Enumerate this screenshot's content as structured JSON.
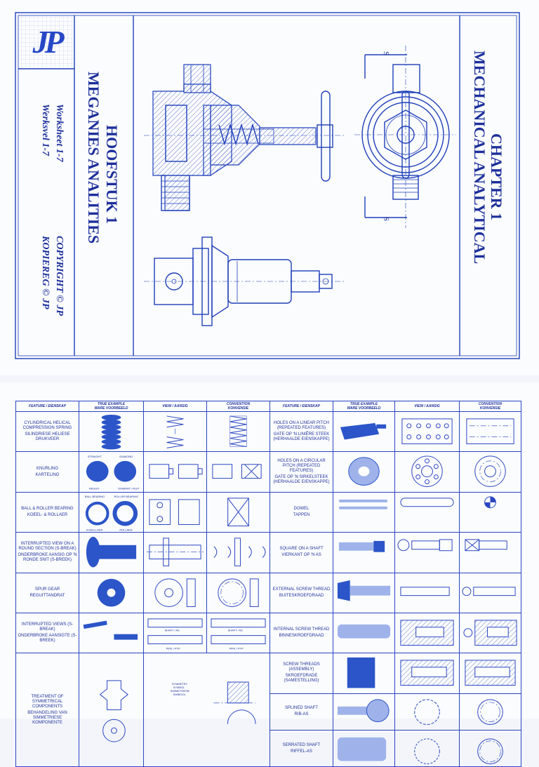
{
  "cover": {
    "logo_text": "JP",
    "chapter_en": "CHAPTER 1",
    "title_en": "MECHANICAL ANALYTICAL",
    "chapter_af": "HOOFSTUK 1",
    "title_af": "MEGANIES ANALITIES",
    "worksheet_en": "Worksheet 1-7",
    "worksheet_af": "Werksvel 1-7",
    "copyright_en": "COPYRIGHT © JP",
    "copyright_af": "KOPIEREG © JP",
    "section_marks": [
      "S",
      "S"
    ],
    "colors": {
      "ink": "#1f3fb8",
      "paper": "#fbfcfe"
    }
  },
  "table": {
    "headers": [
      {
        "en": "FEATURE / EIENSKAP",
        "af": ""
      },
      {
        "en": "TRUE EXAMPLE",
        "af": "WARE VOORBEELD"
      },
      {
        "en": "VIEW / AANSIG",
        "af": ""
      },
      {
        "en": "CONVENTION",
        "af": "KONVENSIE"
      },
      {
        "en": "FEATURE / EIENSKAP",
        "af": ""
      },
      {
        "en": "TRUE EXAMPLE",
        "af": "WARE VOORBEELD"
      },
      {
        "en": "VIEW / AANSIG",
        "af": ""
      },
      {
        "en": "CONVENTION",
        "af": "KONVENSIE"
      }
    ],
    "left_rows": [
      {
        "en": "CYLINDRICAL HELICAL COMPRESSION SPRING",
        "af": "SILINDRIESE HELIESE DRUKVEER"
      },
      {
        "en": "KNURLING",
        "af": "KARTELING"
      },
      {
        "en": "BALL & ROLLER BEARING",
        "af": "KOEEL- & ROLLAER"
      },
      {
        "en": "INTERRUPTED VIEW ON A ROUND SECTION (S-BREAK)",
        "af": "ONDERBROKE AANSIG OP 'N RONDE SNIT (S-BREEK)"
      },
      {
        "en": "SPUR GEAR",
        "af": "REGUITTANDRAT"
      },
      {
        "en": "INTERRUPTED VIEWS (S-BREAK)",
        "af": "ONDERBROKE AANSIGTE (S-BREEK)"
      },
      {
        "en": "TREATMENT OF SYMMETRICAL COMPONENTS",
        "af": "BEHANDELING VAN SIMMETRIESE KOMPONENTE"
      }
    ],
    "right_rows": [
      {
        "en": "HOLES ON A LINEAR PITCH (REPEATED FEATURES)",
        "af": "GATE OP 'N LINIÊRE STEEK (HERHAALDE EIENSKAPPE)"
      },
      {
        "en": "HOLES ON A CIRCULAR PITCH (REPEATED FEATURES)",
        "af": "GATE OP 'N SIRKELSTEEK (HERHAALDE EIENSKAPPE)"
      },
      {
        "en": "DOWEL",
        "af": "TAPPEN"
      },
      {
        "en": "SQUARE ON A SHAFT",
        "af": "VIERKANT OP 'N AS"
      },
      {
        "en": "EXTERNAL SCREW THREAD",
        "af": "BUITESKROEFDRAAD"
      },
      {
        "en": "INTERNAL SCREW THREAD",
        "af": "BINNESKROEFDRAAD"
      },
      {
        "en": "SCREW THREADS (ASSEMBLY)",
        "af": "SKROEFDRADE (SAMESTELLING)"
      },
      {
        "en": "SPLINED SHAFT",
        "af": "RIB-AS"
      },
      {
        "en": "SERRATED SHAFT",
        "af": "RIFFEL-AS"
      }
    ],
    "knurl_labels": [
      "STRAIGHT",
      "DIAMOND",
      "REGUIT",
      "DIAMANT / RUIT"
    ],
    "bearing_labels": [
      "BALL BEARING",
      "ROLLER BEARING",
      "KOEELLAER",
      "ROLLAER"
    ],
    "shaft_labels": [
      "SHAFT / AS",
      "PIPE / PYP"
    ],
    "symmetry_label": [
      "SYMMETRY",
      "SYMBOL",
      "SIMMETRIESE",
      "SIMBOOL"
    ],
    "colors": {
      "ink": "#22339a",
      "line": "#2a46c0",
      "part": "#2b55c8"
    }
  }
}
